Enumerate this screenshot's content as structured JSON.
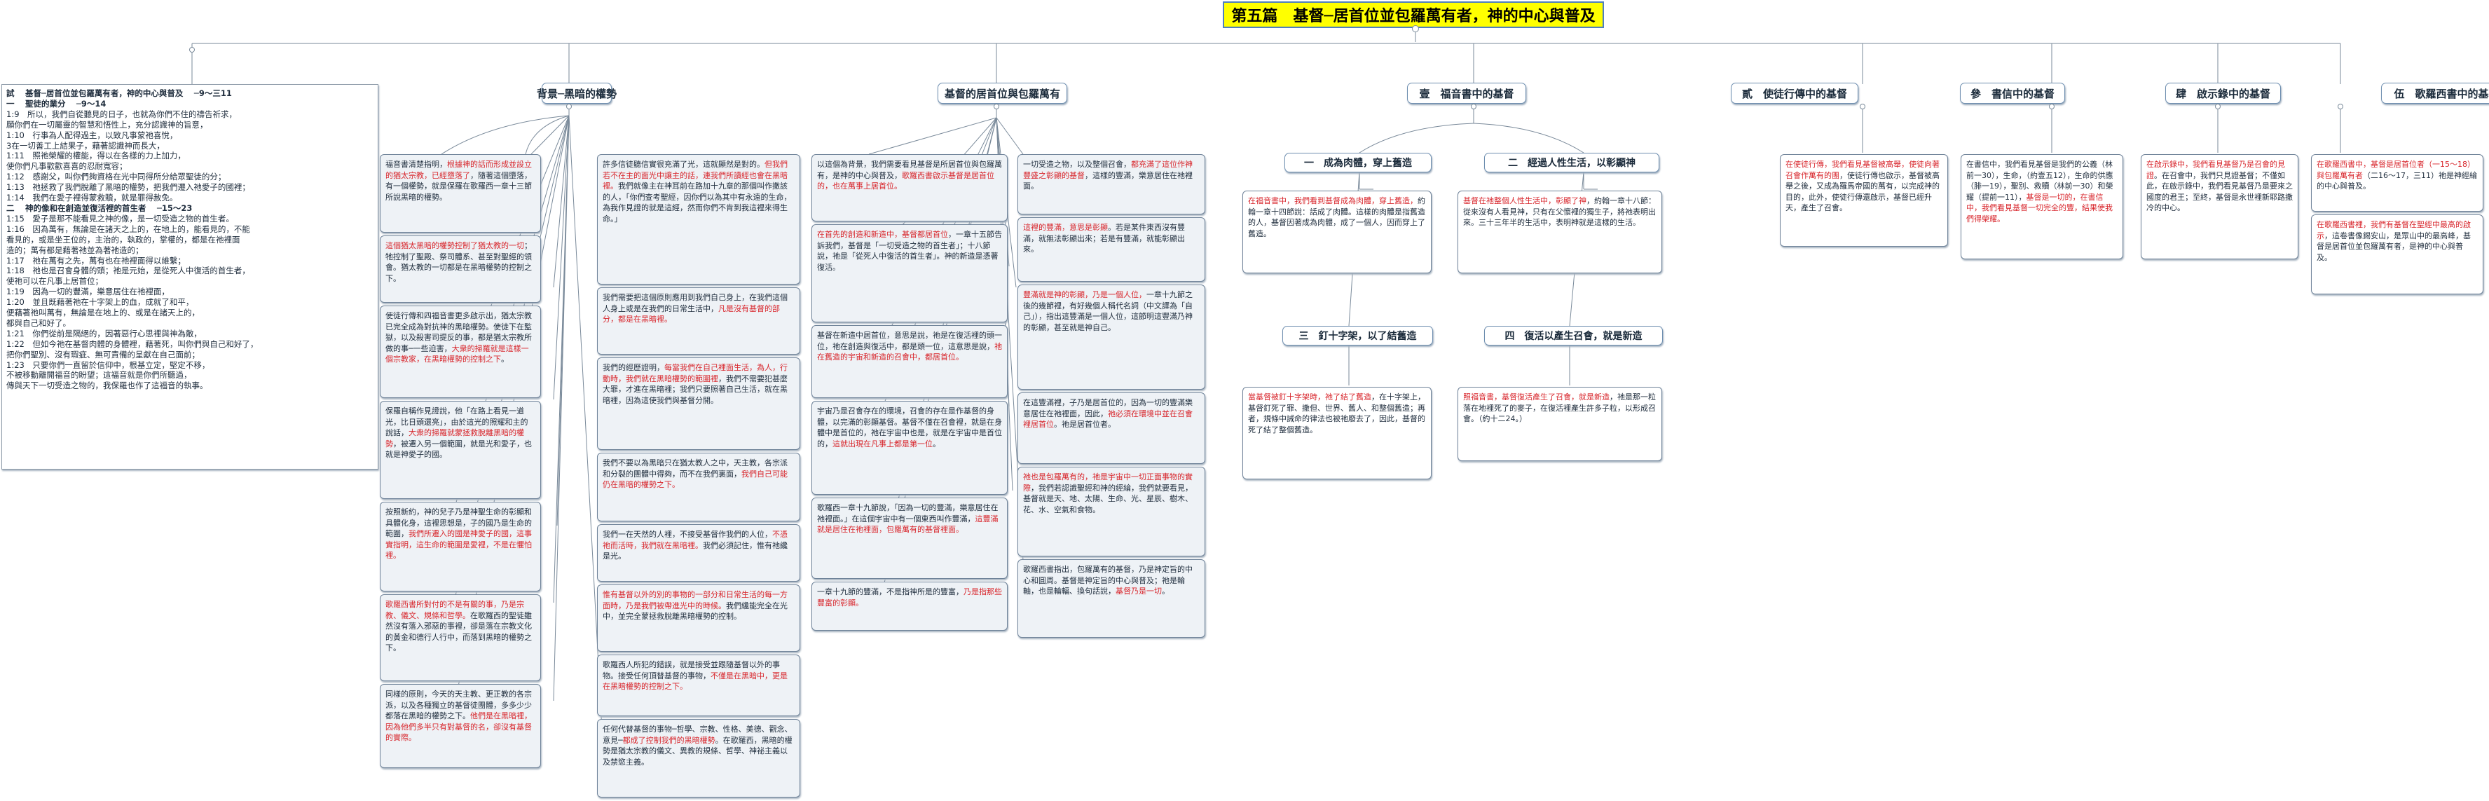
{
  "title": "第五篇　基督─居首位並包羅萬有者，神的中心與普及",
  "sections": {
    "s1": "背景─黑暗的權勢",
    "s2": "基督的居首位與包羅萬有",
    "s3": "壹　福音書中的基督",
    "s4": "貳　使徒行傳中的基督",
    "s5": "參　書信中的基督",
    "s6": "肆　啟示錄中的基督",
    "s7": "伍　歌羅西書中的基督"
  },
  "subsections": {
    "a": "一　成為肉體，穿上舊造",
    "b": "二　經過人性生活，以彰顯神",
    "c": "三　釘十字架，以了結舊造",
    "d": "四　復活以產生召會，就是新造"
  },
  "outline": {
    "lines": [
      {
        "t": "試　 基督─居首位並包羅萬有者，神的中心與普及　 ─9～三11",
        "b": true
      },
      {
        "t": "一　 聖徒的業分　 ─9～14",
        "b": true
      },
      {
        "t": "1:9　所以，我們自從聽見的日子，也就為你們不住的禱告祈求，",
        "b": false
      },
      {
        "t": "願你們在一切屬靈的智慧和悟性上，充分認識神的旨意，",
        "b": false
      },
      {
        "t": "1:10　行事為人配得過主，以致凡事蒙祂喜悅，",
        "b": false
      },
      {
        "t": "3在一切善工上結果子，藉著認識神而長大，",
        "b": false
      },
      {
        "t": "1:11　照祂榮耀的權能，得以在各樣的力上加力，",
        "b": false
      },
      {
        "t": "使你們凡事歡歡喜喜的忍耐寬容；",
        "b": false
      },
      {
        "t": "1:12　感謝父，叫你們夠資格在光中同得所分給眾聖徒的分；",
        "b": false
      },
      {
        "t": "1:13　祂拯救了我們脫離了黑暗的權勢，把我們遷入祂愛子的國裡；",
        "b": false
      },
      {
        "t": "1:14　我們在愛子裡得蒙救贖，就是罪得赦免。",
        "b": false
      },
      {
        "t": "二　 神的像和在創造並復活裡的首生者　 ─15～23",
        "b": true
      },
      {
        "t": "1:15　愛子是那不能看見之神的像，是一切受造之物的首生者。",
        "b": false
      },
      {
        "t": "1:16　因為萬有，無論是在諸天之上的，在地上的，能看見的，不能",
        "b": false
      },
      {
        "t": "看見的，或是坐王位的，主治的，執政的，掌權的，都是在祂裡面",
        "b": false
      },
      {
        "t": "造的；萬有都是藉著祂並為著祂造的；",
        "b": false
      },
      {
        "t": "1:17　祂在萬有之先，萬有也在祂裡面得以維繫；",
        "b": false
      },
      {
        "t": "1:18　祂也是召會身體的頭；祂是元始，是從死人中復活的首生者，",
        "b": false
      },
      {
        "t": "使祂可以在凡事上居首位；",
        "b": false
      },
      {
        "t": "1:19　因為一切的豐滿，樂意居住在祂裡面，",
        "b": false
      },
      {
        "t": "1:20　並且既藉著祂在十字架上的血，成就了和平，",
        "b": false
      },
      {
        "t": "便藉著祂叫萬有，無論是在地上的、或是在諸天上的，",
        "b": false
      },
      {
        "t": "都與自己和好了。",
        "b": false
      },
      {
        "t": "1:21　你們從前是隔絕的，因著惡行心思裡與神為敵，",
        "b": false
      },
      {
        "t": "1:22　但如今祂在基督肉體的身體裡，藉著死，叫你們與自己和好了，",
        "b": false
      },
      {
        "t": "把你們聖別、沒有瑕疵、無可責備的呈獻在自己面前；",
        "b": false
      },
      {
        "t": "1:23　只要你們一直留於信仰中，根基立定，堅定不移，",
        "b": false
      },
      {
        "t": "不被移動離開福音的盼望；這福音就是你們所聽過，",
        "b": false
      },
      {
        "t": "傳與天下一切受造之物的，我保羅也作了這福音的執事。",
        "b": false
      }
    ]
  },
  "cards": {
    "b1": [
      {
        "t": "福音書清楚指明，",
        "r": false
      },
      {
        "t": "根據神的話而形成並設立的猶太宗教，已經墮落了",
        "r": true
      },
      {
        "t": "，隨著這個墮落，有一個權勢，就是保羅在歌羅西一章十三節所說黑暗的權勢。",
        "r": false
      }
    ],
    "b2": [
      {
        "t": "這個猶太黑暗的權勢控制了猶太教的一切",
        "r": true
      },
      {
        "t": "；牠控制了聖殿、祭司體系、甚至對聖經的領會。猶太教的一切都是在黑暗權勢的控制之下。",
        "r": false
      }
    ],
    "b3": [
      {
        "t": "使徒行傳和四福音書更多啟示出，猶太宗教已完全成為對抗神的黑暗權勢。",
        "r": false
      },
      {
        "t": "使徒下在監獄，以及殺害司提反的事，都是猶太宗教所做的事─一些迫害，",
        "r": false
      },
      {
        "t": "大衆的掃羅就是這樣一個宗教家，在黑暗權勢的控制之下",
        "r": true
      },
      {
        "t": "。",
        "r": false
      }
    ],
    "b4": [
      {
        "t": "保羅自稱作見證說，他「在路上看見一道光，比日頭還亮」，由於這光的照耀和主的說話，",
        "r": false
      },
      {
        "t": "大衆的掃羅就蒙拯救脫離黑暗的權勢",
        "r": true
      },
      {
        "t": "，被遷入另一個範圍，就是光和愛子，也就是神愛子的國。",
        "r": false
      }
    ],
    "b5": [
      {
        "t": "按照新約，神的兒子乃是神聖生命的彰顯和具體化身，這裡思想是，子的國乃是生命的範圍，",
        "r": false
      },
      {
        "t": "我們所遷入的國是神愛子的國，這事實指明，這生命的範圍是愛裡，不是在懼怕裡。",
        "r": true
      }
    ],
    "b6": [
      {
        "t": "歌羅西書所對付的不是有關的事，乃是宗教、儀文、規條和哲學。",
        "r": true
      },
      {
        "t": "在歌羅西的聖徒雖然沒有落入邪惡的事裡，卻是落在宗教文化的黃金和德行人行中，而落到黑暗的權勢之下。",
        "r": false
      }
    ],
    "b7": [
      {
        "t": "同樣的原則，今天的天主教、更正教的各宗派，以及各種獨立的基督徒團體，多多少少都落在黑暗的權勢之下。",
        "r": false
      },
      {
        "t": "他們是在黑暗裡，因為他們多半只有對基督的名，卻沒有基督的實際。",
        "r": true
      }
    ],
    "c1": [
      {
        "t": "許多信徒聽信實很充滿了光，這就顯然是對的。",
        "r": false
      },
      {
        "t": "但我們若不在主的面光中讓主的話，連我們所讀經也會在黑暗裡。",
        "r": true
      },
      {
        "t": "我們就像主在神耳前在路加十九章的那個叫作撒該的人，「你們查考聖經，因你們以為其中有永遠的生命，為我作見證的就是這經，然而你們不肯到我這裡來得生命。」",
        "r": false
      }
    ],
    "c2": [
      {
        "t": "我們需要把這個原則應用到我們自己身上，在我們這個人身上或是在我們的日常生活中，",
        "r": false
      },
      {
        "t": "凡是沒有基督的部分，都是在黑暗裡。",
        "r": true
      }
    ],
    "c3": [
      {
        "t": "我們的經歷證明，",
        "r": false
      },
      {
        "t": "每當我們在自己裡面生活，為人，行動時，我們就在黑暗權勢的範圍裡",
        "r": true
      },
      {
        "t": "，我們不需要犯甚麼大罪，才進在黑暗裡；我們只要照著自己生活，就在黑暗裡，因為這使我們與基督分開。",
        "r": false
      }
    ],
    "c4": [
      {
        "t": "我們不要以為黑暗只在猶太教人之中，天主教，各宗派和分裂的團體中得夠，而不在我們裏面，",
        "r": false
      },
      {
        "t": "我們自己可能仍在黑暗的權勢之下。",
        "r": true
      }
    ],
    "c5": [
      {
        "t": "我們一在天然的人裡，不接受基督作我們的人位，",
        "r": false
      },
      {
        "t": "不憑祂而活時，我們就在黑暗裡。",
        "r": true
      },
      {
        "t": "我們必須記住，惟有祂纔是光。",
        "r": false
      }
    ],
    "c6": [
      {
        "t": "惟有基督以外的別的事物的一部分和日常生活的每一方面時，乃是我們被帶進光中的時候。",
        "r": true
      },
      {
        "t": "我們纔能完全在光中，並完全蒙拯救脫離黑暗權勢的控制。",
        "r": false
      }
    ],
    "c7": [
      {
        "t": "歌羅西人所犯的錯誤，就是接受並跟隨基督以外的事物。接受任何頂替基督的事物，",
        "r": false
      },
      {
        "t": "不僅是在黑暗中，更是在黑暗權勢的控制之下。",
        "r": true
      }
    ],
    "c8": [
      {
        "t": "任何代替基督的事物─哲學、宗教、性格、美德、觀念、意見─",
        "r": false
      },
      {
        "t": "都成了控制我們的黑暗權勢",
        "r": true
      },
      {
        "t": "。在歌羅西，黑暗的權勢是猶太宗教的儀文、異教的規條、哲學、神祕主義以及禁慾主義。",
        "r": false
      }
    ],
    "d1": [
      {
        "t": "以這個為背景，我們需要看見基督是所居首位與包羅萬有，是神的中心與普及，",
        "r": false
      },
      {
        "t": "歌羅西書啟示基督是居首位的，也在萬事上居首位。",
        "r": true
      }
    ],
    "d2": [
      {
        "t": "在首先的創造和新造中，基督都居首位",
        "r": true
      },
      {
        "t": "，一章十五節告訴我們，基督是「一切受造之物的首生者」；十八節說，祂是「從死人中復活的首生者」。神的新造是憑著復活。",
        "r": false
      }
    ],
    "d3": [
      {
        "t": "基督在新造中居首位，意思是說，祂是在復活裡的頭一位，祂在創造與復活中，都是頭一位，這意思是說，",
        "r": false
      },
      {
        "t": "祂在舊造的宇宙和新造的召會中，都居首位。",
        "r": true
      }
    ],
    "d4": [
      {
        "t": "宇宙乃是召會存在的環境，召會的存在是作基督的身體，以完滿的彰顯基督。基督不僅在召會裡，就是在身體中是首位的，祂在宇宙中也是，就是在宇宙中是首位的，",
        "r": false
      },
      {
        "t": "這就出現在凡事上都是第一位",
        "r": true
      },
      {
        "t": "。",
        "r": false
      }
    ],
    "d5": [
      {
        "t": "歌羅西一章十九節說，「因為一切的豐滿，樂意居住在祂裡面。」在這個宇宙中有一個東西叫作豐滿，",
        "r": false
      },
      {
        "t": "這豐滿就是居住在祂裡面，包羅萬有的基督裡面。",
        "r": true
      }
    ],
    "d6": [
      {
        "t": "一章十九節的豐滿，不是指神所是的豐富，",
        "r": false
      },
      {
        "t": "乃是指那些豐富的彰顯。",
        "r": true
      }
    ],
    "e1": [
      {
        "t": "一切受造之物，以及整個召會，",
        "r": false
      },
      {
        "t": "都充滿了這位作神豐盛之彰顯的基督",
        "r": true
      },
      {
        "t": "，這樣的豐滿，樂意居住在祂裡面。",
        "r": false
      }
    ],
    "e2": [
      {
        "t": "這裡的豐滿，意思是彰顯",
        "r": true
      },
      {
        "t": "。若是某件東西沒有豐滿，就無法彰顯出來；若是有豐滿，就能彰顯出來。",
        "r": false
      }
    ],
    "e3": [
      {
        "t": "豐滿就是神的彰顯，乃是一個人位，",
        "r": true
      },
      {
        "t": "一章十九節之後的幾節裡，有好幾個人稱代名詞（中文譯為「自己」），指出這豐滿是一個人位，這節明這豐滿乃神的彰顯，甚至就是神自己。",
        "r": false
      }
    ],
    "e4": [
      {
        "t": "在這豐滿裡，子乃是居首位的，因為一切的豐滿樂意居住在祂裡面，因此，",
        "r": false
      },
      {
        "t": "祂必須在環境中並在召會裡居首位",
        "r": true
      },
      {
        "t": "。祂是居首位者。",
        "r": false
      }
    ],
    "e5": [
      {
        "t": "祂也是包羅萬有的，祂是宇宙中一切正面事物的實際",
        "r": true
      },
      {
        "t": "，我們若認識聖經和神的經綸，我們就要看見，基督就是天、地、太陽、生命、光、星辰、樹木、花、水、空氣和食物。",
        "r": false
      }
    ],
    "e6": [
      {
        "t": "歌羅西書指出，包羅萬有的基督，乃是神定旨的中心和圓周。基督是神定旨的中心與普及；祂是輪軸，也是輪輻、換句話說，",
        "r": false
      },
      {
        "t": "基督乃是一切",
        "r": true
      },
      {
        "t": "。",
        "r": false
      }
    ],
    "f1": [
      {
        "t": "在福音書中，我們看到基督成為肉體，穿上舊造，",
        "r": true
      },
      {
        "t": "約翰一章十四節說：話成了肉體。這樣的肉體是指舊造的人，基督因著成為肉體，成了一個人，因而穿上了舊造。",
        "r": false
      }
    ],
    "f2": [
      {
        "t": "基督在祂整個人性生活中，彰顯了神",
        "r": true
      },
      {
        "t": "，約翰一章十八節：從來沒有人看見神，只有在父懷裡的獨生子，將祂表明出來。三十三年半的生活中，表明神就是這樣的生活。",
        "r": false
      }
    ],
    "f3": [
      {
        "t": "當基督被釘十字架時，祂了結了舊造",
        "r": true
      },
      {
        "t": "，在十字架上，基督釘死了罪、撒但、世界、舊人、和整個舊造；再者，規條中誡命的律法也被祂廢去了，因此，基督的死了結了整個舊造。",
        "r": false
      }
    ],
    "f4": [
      {
        "t": "照福音書，基督復活產生了召會，就是新造",
        "r": true
      },
      {
        "t": "，祂是那一粒落在地裡死了的麥子，在復活裡產生許多子粒，以形成召會。（約十二24。）",
        "r": false
      }
    ],
    "g1": [
      {
        "t": "在使徒行傳，我們看見基督被高舉，使徒向著召會作萬有的團",
        "r": true
      },
      {
        "t": "，使徒行傳也啟示，基督被高舉之後，又成為羅馬帝國的萬有，以完成神的目的，此外，使徒行傳還啟示，基督已經升天，產生了召會。",
        "r": false
      }
    ],
    "h1": [
      {
        "t": "在書信中，我們看見基督是我們的公義（林前一30），生命，（約壹五12），生命的供應（腓一19），聖別、救贖（林前一30）和榮耀（提前一11），",
        "r": false
      },
      {
        "t": "基督是一切的，在書信中，我們看見基督一切完全的豐，結果使我們得榮耀。",
        "r": true
      }
    ],
    "i1": [
      {
        "t": "在啟示錄中，我們看見基督乃是召會的見證",
        "r": true
      },
      {
        "t": "。在召會中，我們只見證基督；不僅如此，在啟示錄中，我們看見基督乃是要來之國度的君王；至終，基督是永世裡新耶路撒冷的中心。",
        "r": false
      }
    ],
    "j1": [
      {
        "t": "在歌羅西書中，基督是居首位者（一15～18）與包羅萬有者",
        "r": true
      },
      {
        "t": "（二16～17，三11）祂是神經綸的中心與普及。",
        "r": false
      }
    ],
    "j2": [
      {
        "t": "在歌羅西書裡，我們有基督在聖經中最高的啟示",
        "r": true
      },
      {
        "t": "，這卷書像錫安山，是眾山中的最高峰，基督是居首位並包羅萬有者，是神的中心與普及。",
        "r": false
      }
    ]
  },
  "colors": {
    "accent_red": "#d8262c",
    "title_bg": "#ffff00",
    "card_bg": "#eef2f6",
    "border": "#6f8399"
  }
}
